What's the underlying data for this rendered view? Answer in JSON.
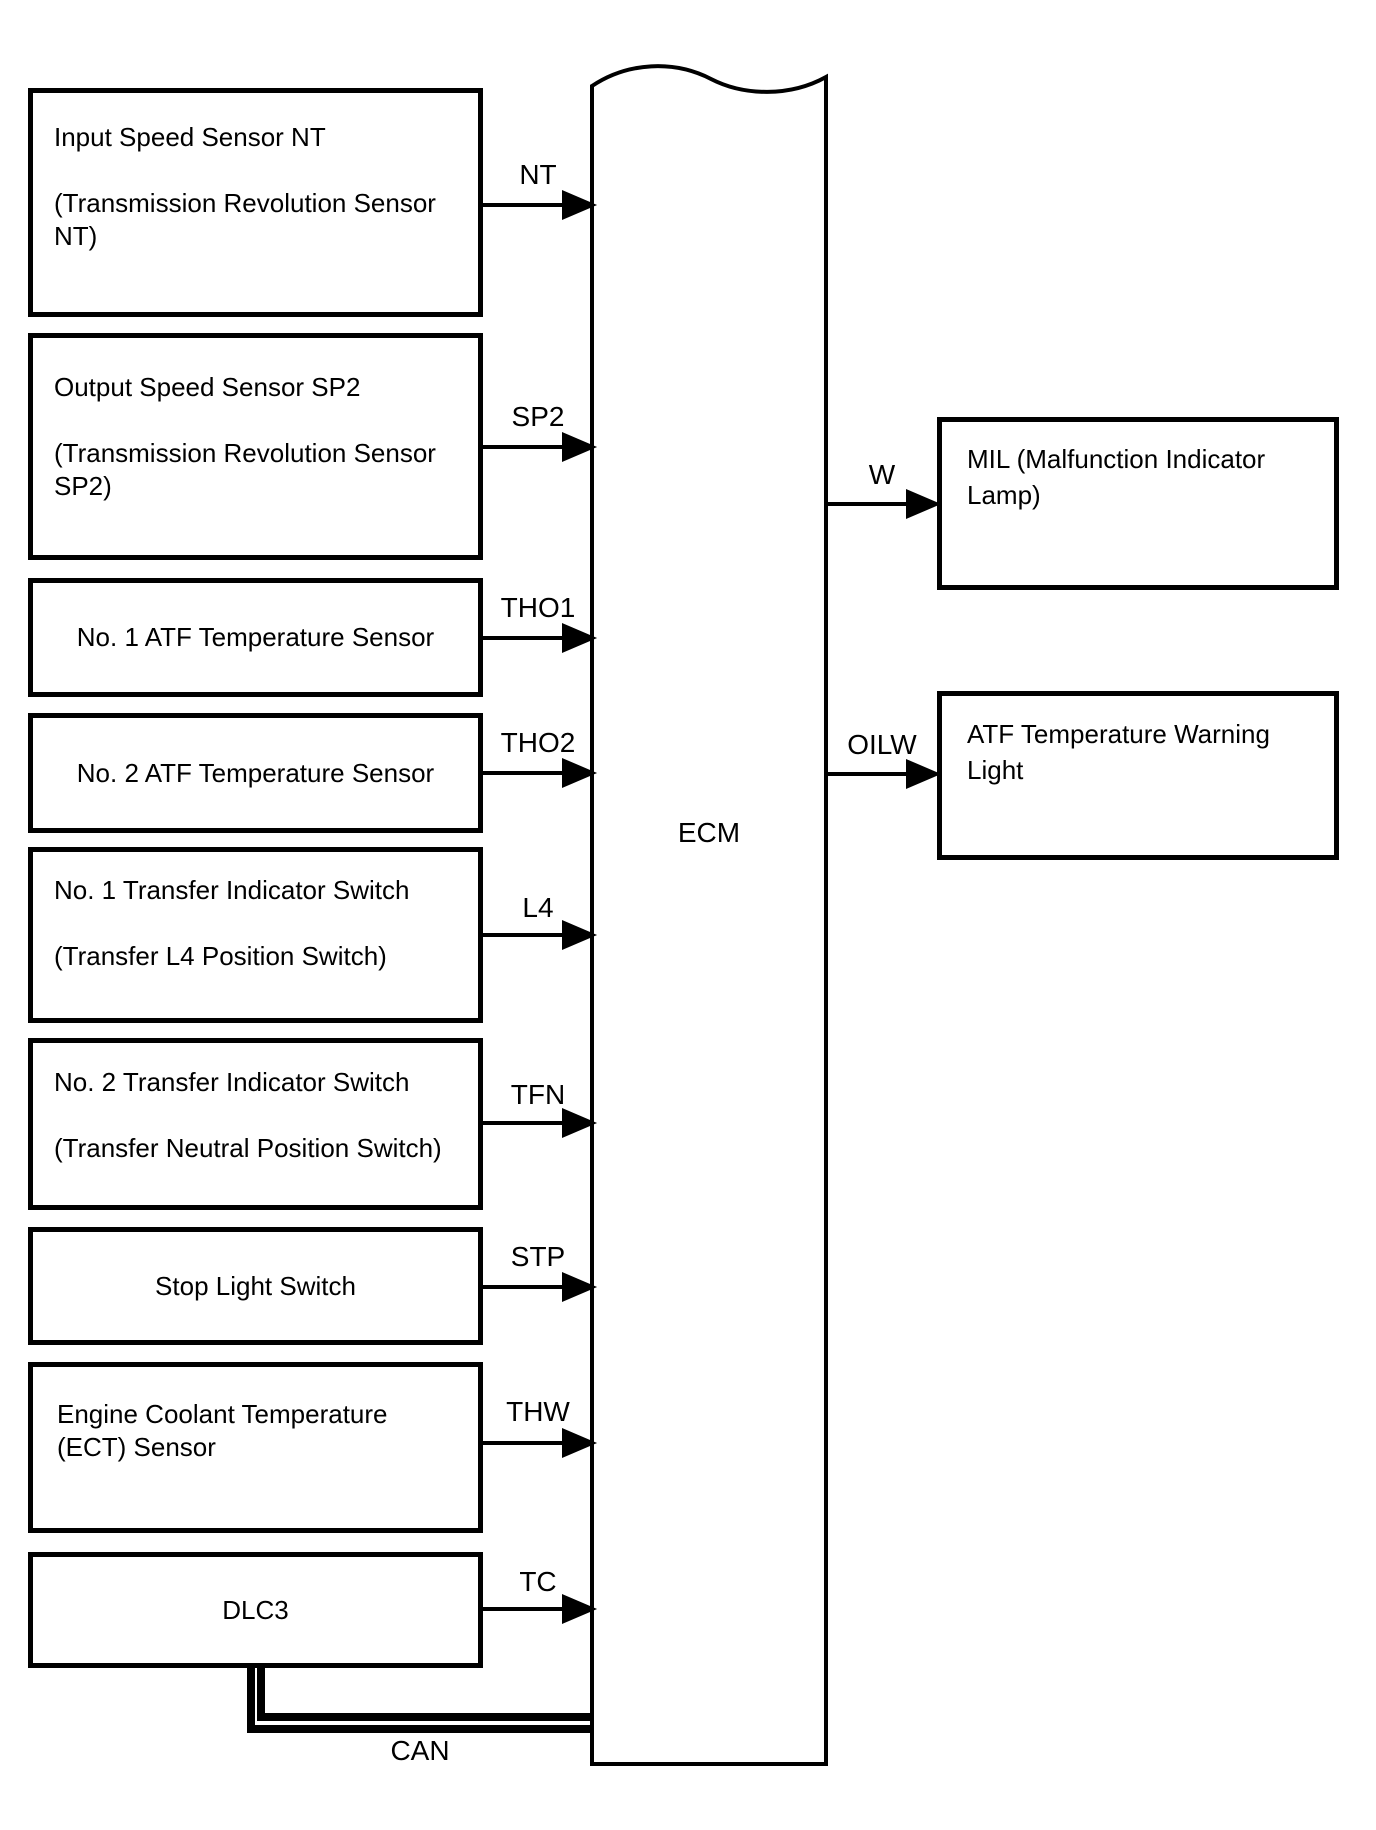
{
  "colors": {
    "ink": "#000000",
    "background": "#ffffff"
  },
  "ecm": {
    "label": "ECM"
  },
  "can": {
    "label": "CAN"
  },
  "sensors": [
    {
      "name": "input-speed-sensor-nt",
      "signal": "NT",
      "lines": [
        "Input Speed Sensor NT",
        "",
        "(Transmission Revolution Sensor",
        "NT)"
      ]
    },
    {
      "name": "output-speed-sensor-sp2",
      "signal": "SP2",
      "lines": [
        "Output Speed Sensor SP2",
        "",
        "(Transmission Revolution Sensor",
        "SP2)"
      ]
    },
    {
      "name": "no1-atf-temperature-sensor",
      "signal": "THO1",
      "lines": [
        "No. 1 ATF Temperature Sensor"
      ]
    },
    {
      "name": "no2-atf-temperature-sensor",
      "signal": "THO2",
      "lines": [
        "No. 2 ATF Temperature Sensor"
      ]
    },
    {
      "name": "no1-transfer-indicator-switch",
      "signal": "L4",
      "lines": [
        "No. 1 Transfer Indicator Switch",
        "",
        "(Transfer L4 Position Switch)"
      ]
    },
    {
      "name": "no2-transfer-indicator-switch",
      "signal": "TFN",
      "lines": [
        "No. 2 Transfer Indicator Switch",
        "",
        "(Transfer Neutral Position Switch)"
      ]
    },
    {
      "name": "stop-light-switch",
      "signal": "STP",
      "lines": [
        "Stop Light Switch"
      ]
    },
    {
      "name": "engine-coolant-temperature-sensor",
      "signal": "THW",
      "lines": [
        "Engine Coolant Temperature",
        "(ECT) Sensor"
      ]
    },
    {
      "name": "dlc3",
      "signal": "TC",
      "lines": [
        "DLC3"
      ]
    }
  ],
  "outputs": [
    {
      "name": "malfunction-indicator-lamp",
      "signal": "W",
      "lines": [
        "MIL (Malfunction Indicator",
        "Lamp)"
      ]
    },
    {
      "name": "atf-temperature-warning-light",
      "signal": "OILW",
      "lines": [
        "ATF Temperature Warning",
        "Light"
      ]
    }
  ]
}
